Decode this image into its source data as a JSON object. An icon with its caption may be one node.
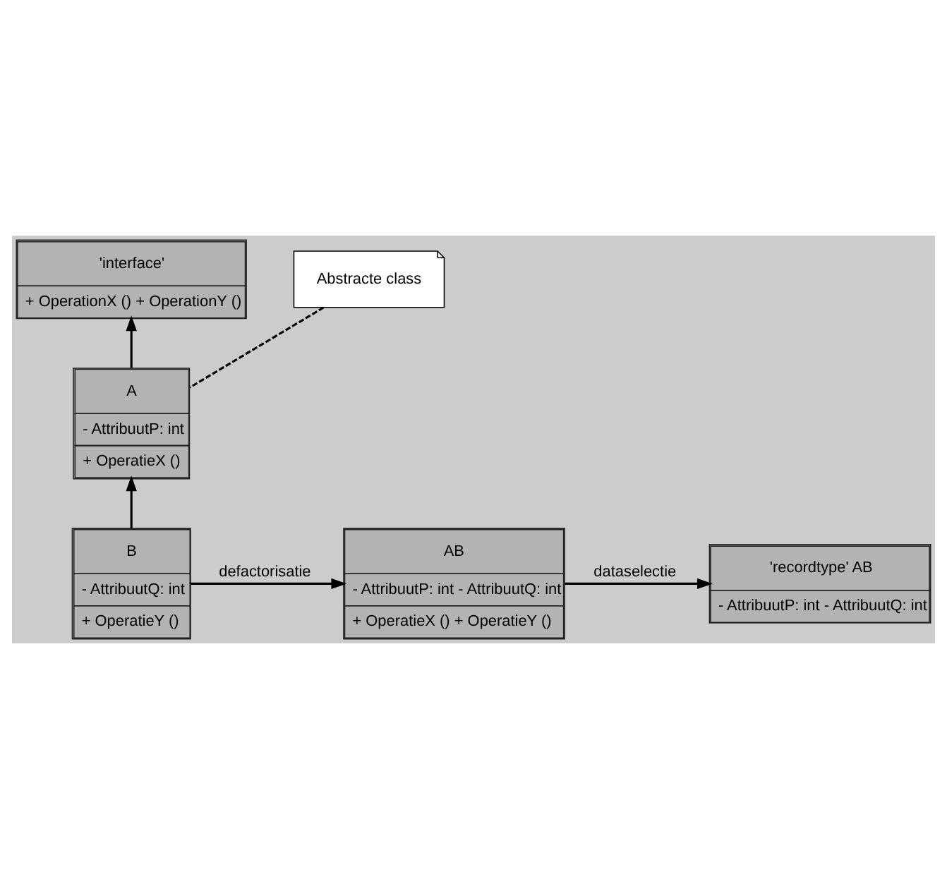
{
  "diagram": {
    "nodes": [
      {
        "text": [
          "'interface'",
          "+ OperationX () + OperationY ()"
        ]
      },
      {
        "text": [
          "Abstracte class"
        ]
      },
      {
        "text": [
          "A",
          "- AttribuutP: int",
          "+ OperatieX ()"
        ]
      },
      {
        "text": [
          "AB",
          "- AttribuutP: int - AttribuutQ: int",
          "+ OperatieX () + OperatieY ()"
        ]
      },
      {
        "text": [
          "'recordtype' AB",
          "- AttribuutP: int - AttribuutQ: int"
        ]
      },
      {
        "text": [
          "B",
          "- AttribuutQ: int",
          "+ OperatieY ()"
        ]
      }
    ],
    "edges": [
      {
        "from": 2,
        "to": 0,
        "arrow": "to"
      },
      {
        "from": 1,
        "to": 2,
        "arrow": "none",
        "style": "dashed"
      },
      {
        "from": 5,
        "to": 2,
        "arrow": "to"
      },
      {
        "from": 5,
        "to": 3,
        "arrow": "to",
        "label": "defactorisatie"
      },
      {
        "from": 3,
        "to": 4,
        "arrow": "to",
        "label": "dataselectie"
      }
    ]
  }
}
